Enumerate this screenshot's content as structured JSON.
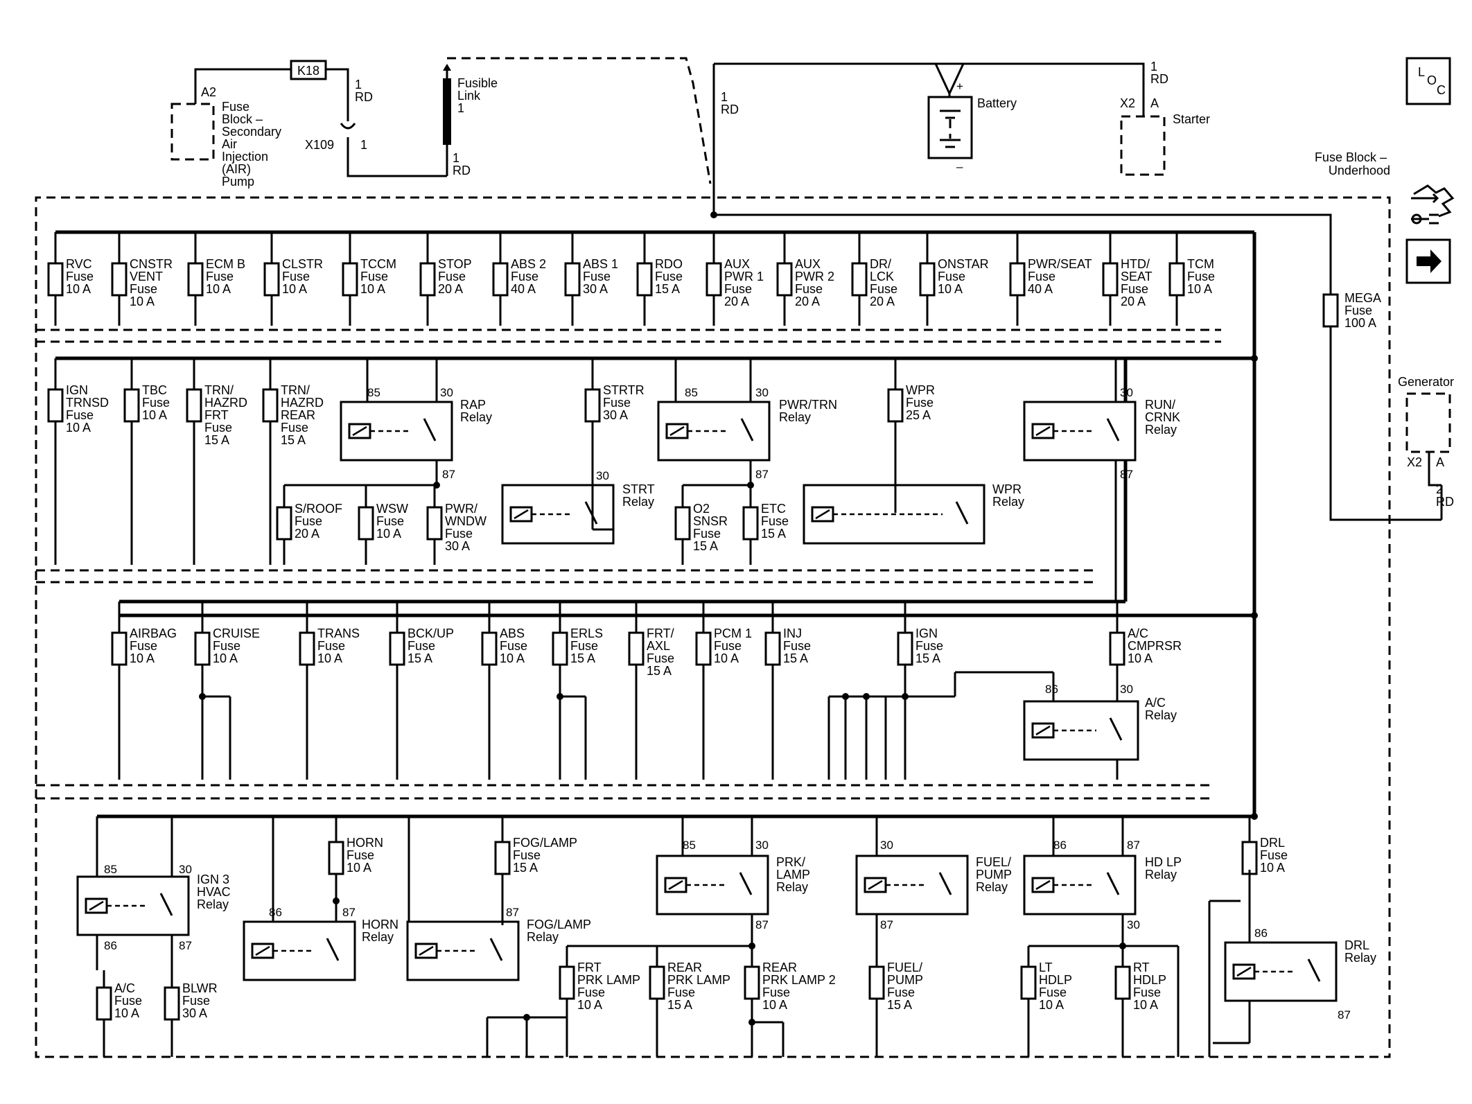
{
  "top": {
    "k18": "K18",
    "a2": "A2",
    "secair_block": [
      "Fuse",
      "Block –",
      "Secondary",
      "Air",
      "Injection",
      "(AIR)",
      "Pump"
    ],
    "k18_pin": [
      "1",
      "RD"
    ],
    "x109": "X109",
    "x109_pin": "1",
    "fusible_link": [
      "Fusible",
      "Link",
      "1"
    ],
    "fusible_bottom": [
      "1",
      "RD"
    ],
    "main_feed": [
      "1",
      "RD"
    ],
    "battery": "Battery",
    "battery_plus": "+",
    "battery_minus": "–",
    "starter_wire": [
      "1",
      "RD"
    ],
    "starter_conn": "X2",
    "starter_pin": "A",
    "starter": "Starter",
    "fuse_block": [
      "Fuse Block –",
      "Underhood"
    ],
    "generator": "Generator",
    "gen_conn": "X2",
    "gen_pin": "A",
    "gen_wire": [
      "2",
      "RD"
    ],
    "mega": [
      "MEGA",
      "Fuse",
      "100 A"
    ]
  },
  "icons": {
    "loc": [
      "L",
      "O",
      "C"
    ],
    "harness": "harness-icon",
    "arrow": "right-arrow-icon"
  },
  "row1_fuses": [
    [
      "RVC",
      "Fuse",
      "10 A"
    ],
    [
      "CNSTR",
      "VENT",
      "Fuse",
      "10 A"
    ],
    [
      "ECM B",
      "Fuse",
      "10 A"
    ],
    [
      "CLSTR",
      "Fuse",
      "10 A"
    ],
    [
      "TCCM",
      "Fuse",
      "10 A"
    ],
    [
      "STOP",
      "Fuse",
      "20 A"
    ],
    [
      "ABS 2",
      "Fuse",
      "40 A"
    ],
    [
      "ABS 1",
      "Fuse",
      "30 A"
    ],
    [
      "RDO",
      "Fuse",
      "15 A"
    ],
    [
      "AUX",
      "PWR 1",
      "Fuse",
      "20 A"
    ],
    [
      "AUX",
      "PWR 2",
      "Fuse",
      "20 A"
    ],
    [
      "DR/",
      "LCK",
      "Fuse",
      "20 A"
    ],
    [
      "ONSTAR",
      "Fuse",
      "10 A"
    ],
    [
      "PWR/SEAT",
      "Fuse",
      "40 A"
    ],
    [
      "HTD/",
      "SEAT",
      "Fuse",
      "20 A"
    ],
    [
      "TCM",
      "Fuse",
      "10 A"
    ]
  ],
  "row2_fuses": [
    [
      "IGN",
      "TRNSD",
      "Fuse",
      "10 A"
    ],
    [
      "TBC",
      "Fuse",
      "10 A"
    ],
    [
      "TRN/",
      "HAZRD",
      "FRT",
      "Fuse",
      "15 A"
    ],
    [
      "TRN/",
      "HAZRD",
      "REAR",
      "Fuse",
      "15 A"
    ],
    [
      "STRTR",
      "Fuse",
      "30 A"
    ],
    [
      "WPR",
      "Fuse",
      "25 A"
    ],
    [
      "S/ROOF",
      "Fuse",
      "20 A"
    ],
    [
      "WSW",
      "Fuse",
      "10 A"
    ],
    [
      "PWR/",
      "WNDW",
      "Fuse",
      "30 A"
    ],
    [
      "O2",
      "SNSR",
      "Fuse",
      "15 A"
    ],
    [
      "ETC",
      "Fuse",
      "15 A"
    ]
  ],
  "row2_relays": [
    [
      "RAP",
      "Relay"
    ],
    [
      "STRT",
      "Relay"
    ],
    [
      "PWR/TRN",
      "Relay"
    ],
    [
      "WPR",
      "Relay"
    ],
    [
      "RUN/",
      "CRNK",
      "Relay"
    ]
  ],
  "row3_fuses": [
    [
      "AIRBAG",
      "Fuse",
      "10 A"
    ],
    [
      "CRUISE",
      "Fuse",
      "10 A"
    ],
    [
      "TRANS",
      "Fuse",
      "10 A"
    ],
    [
      "BCK/UP",
      "Fuse",
      "15 A"
    ],
    [
      "ABS",
      "Fuse",
      "10 A"
    ],
    [
      "ERLS",
      "Fuse",
      "15 A"
    ],
    [
      "FRT/",
      "AXL",
      "Fuse",
      "15 A"
    ],
    [
      "PCM 1",
      "Fuse",
      "10 A"
    ],
    [
      "INJ",
      "Fuse",
      "15 A"
    ],
    [
      "IGN",
      "Fuse",
      "15 A"
    ],
    [
      "A/C",
      "CMPRSR",
      "10 A"
    ]
  ],
  "row3_relays": [
    [
      "A/C",
      "Relay"
    ]
  ],
  "row4_fuses": [
    [
      "HORN",
      "Fuse",
      "10 A"
    ],
    [
      "FOG/LAMP",
      "Fuse",
      "15 A"
    ],
    [
      "DRL",
      "Fuse",
      "10 A"
    ],
    [
      "A/C",
      "Fuse",
      "10 A"
    ],
    [
      "BLWR",
      "Fuse",
      "30 A"
    ],
    [
      "FRT",
      "PRK LAMP",
      "Fuse",
      "10 A"
    ],
    [
      "REAR",
      "PRK LAMP",
      "Fuse",
      "15 A"
    ],
    [
      "REAR",
      "PRK LAMP 2",
      "Fuse",
      "10 A"
    ],
    [
      "FUEL/",
      "PUMP",
      "Fuse",
      "15 A"
    ],
    [
      "LT",
      "HDLP",
      "Fuse",
      "10 A"
    ],
    [
      "RT",
      "HDLP",
      "Fuse",
      "10 A"
    ]
  ],
  "row4_relays": [
    [
      "IGN 3",
      "HVAC",
      "Relay"
    ],
    [
      "HORN",
      "Relay"
    ],
    [
      "FOG/LAMP",
      "Relay"
    ],
    [
      "PRK/",
      "LAMP",
      "Relay"
    ],
    [
      "FUEL/",
      "PUMP",
      "Relay"
    ],
    [
      "HD LP",
      "Relay"
    ],
    [
      "DRL",
      "Relay"
    ]
  ],
  "pins": {
    "p85": "85",
    "p86": "86",
    "p87": "87",
    "p30": "30"
  }
}
